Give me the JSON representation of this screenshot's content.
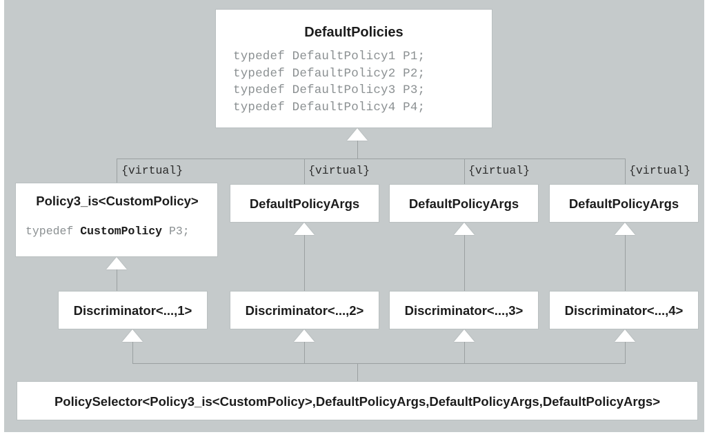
{
  "diagram": {
    "type": "uml-class-diagram",
    "title": "PolicySelector template inheritance",
    "background_color": "#c5cacb",
    "box_fill_color": "#ffffff",
    "box_border_color": "#b9bfc0",
    "connector_color": "#9aa0a1",
    "code_text_color": "#8b9092",
    "title_text_color": "#1c1c1c"
  },
  "classes": {
    "default_policies": {
      "name": "DefaultPolicies",
      "members": [
        "typedef DefaultPolicy1 P1;",
        "typedef DefaultPolicy2 P2;",
        "typedef DefaultPolicy3 P3;",
        "typedef DefaultPolicy4 P4;"
      ]
    },
    "policy3_is": {
      "name": "Policy3_is<CustomPolicy>",
      "member_prefix": "typedef ",
      "member_bold": "CustomPolicy",
      "member_suffix": " P3;"
    },
    "default_policy_args": [
      {
        "name": "DefaultPolicyArgs"
      },
      {
        "name": "DefaultPolicyArgs"
      },
      {
        "name": "DefaultPolicyArgs"
      }
    ],
    "discriminators": [
      {
        "name": "Discriminator<...,1>"
      },
      {
        "name": "Discriminator<...,2>"
      },
      {
        "name": "Discriminator<...,3>"
      },
      {
        "name": "Discriminator<...,4>"
      }
    ],
    "policy_selector": {
      "name": "PolicySelector<Policy3_is<CustomPolicy>,DefaultPolicyArgs,DefaultPolicyArgs,DefaultPolicyArgs>"
    }
  },
  "stereotypes": {
    "virtual_labels": [
      "{virtual}",
      "{virtual}",
      "{virtual}",
      "{virtual}"
    ]
  },
  "relationships": [
    {
      "from": "Policy3_is<CustomPolicy>",
      "to": "DefaultPolicies",
      "kind": "generalization",
      "stereotype": "{virtual}"
    },
    {
      "from": "DefaultPolicyArgs",
      "to": "DefaultPolicies",
      "kind": "generalization",
      "stereotype": "{virtual}"
    },
    {
      "from": "DefaultPolicyArgs",
      "to": "DefaultPolicies",
      "kind": "generalization",
      "stereotype": "{virtual}"
    },
    {
      "from": "DefaultPolicyArgs",
      "to": "DefaultPolicies",
      "kind": "generalization",
      "stereotype": "{virtual}"
    },
    {
      "from": "Discriminator<...,1>",
      "to": "Policy3_is<CustomPolicy>",
      "kind": "generalization"
    },
    {
      "from": "Discriminator<...,2>",
      "to": "DefaultPolicyArgs",
      "kind": "generalization"
    },
    {
      "from": "Discriminator<...,3>",
      "to": "DefaultPolicyArgs",
      "kind": "generalization"
    },
    {
      "from": "Discriminator<...,4>",
      "to": "DefaultPolicyArgs",
      "kind": "generalization"
    },
    {
      "from": "PolicySelector<...>",
      "to": "Discriminator<...,1>",
      "kind": "generalization"
    },
    {
      "from": "PolicySelector<...>",
      "to": "Discriminator<...,2>",
      "kind": "generalization"
    },
    {
      "from": "PolicySelector<...>",
      "to": "Discriminator<...,3>",
      "kind": "generalization"
    },
    {
      "from": "PolicySelector<...>",
      "to": "Discriminator<...,4>",
      "kind": "generalization"
    }
  ]
}
